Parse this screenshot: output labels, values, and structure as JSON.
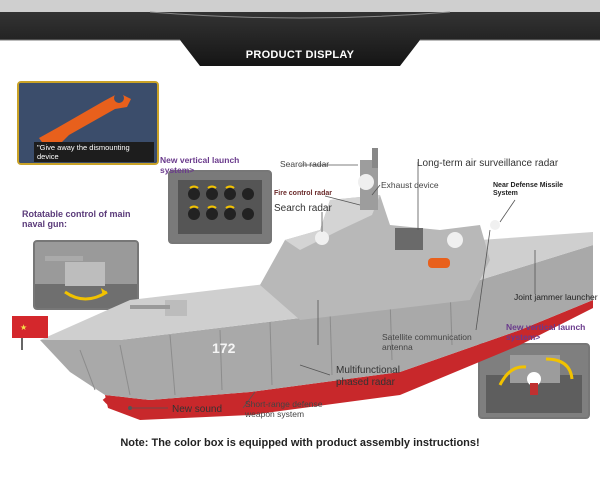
{
  "header": {
    "title": "PRODUCT DISPLAY"
  },
  "inset_giveaway": {
    "caption": "\"Give away the dismounting device"
  },
  "labels": {
    "new_vertical_launch_top": "New vertical launch system>",
    "search_radar_top": "Search radar",
    "fire_control_radar": "Fire control radar",
    "search_radar": "Search radar",
    "exhaust_device": "Exhaust device",
    "long_term_radar": "Long-term air surveillance radar",
    "near_defense_missile": "Near Defense Missile System",
    "rotatable_gun": "Rotatable control of main naval gun:",
    "joint_jammer": "Joint jammer launcher",
    "new_vertical_launch_right": "New vertical launch system>",
    "satellite_antenna": "Satellite communication antenna",
    "multifunctional_radar": "Multifunctional phased radar",
    "short_range_defense": "Short-range defense weapon system",
    "new_sound": "New sound"
  },
  "hull_number": "172",
  "note": "Note: The color box is equipped with product assembly instructions!"
}
